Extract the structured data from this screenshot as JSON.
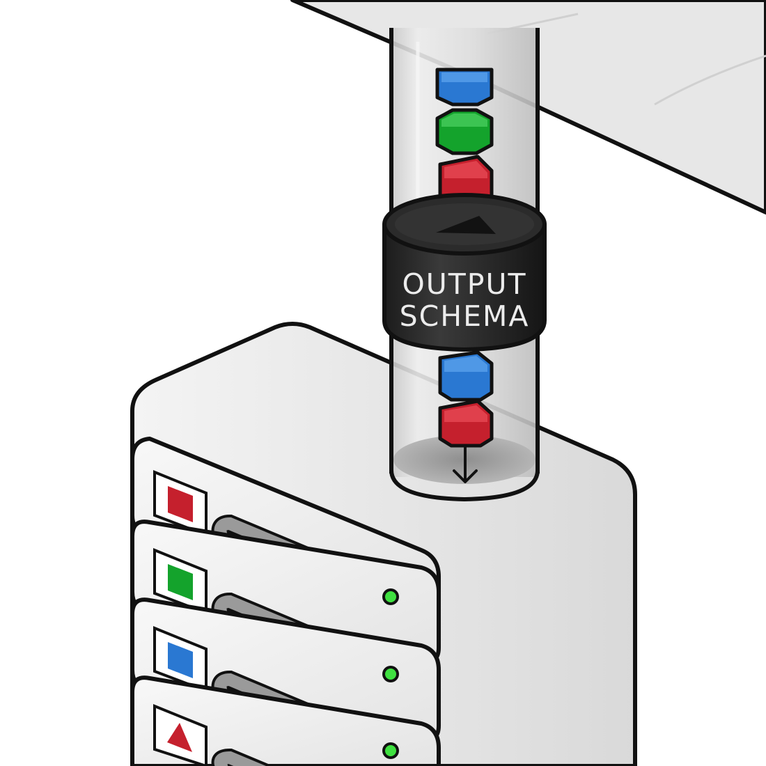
{
  "ring": {
    "label_line1": "OUTPUT",
    "label_line2": "SCHEMA"
  },
  "colors": {
    "red": "#c5202d",
    "green": "#14a32c",
    "blue": "#2a78d2",
    "indicator": "#3fe040"
  },
  "tube_tokens_above": [
    "blue",
    "green",
    "red"
  ],
  "tube_tokens_below": [
    "blue",
    "red"
  ],
  "server_slots": [
    {
      "symbol": "square",
      "color": "red",
      "led": false
    },
    {
      "symbol": "square",
      "color": "green",
      "led": true
    },
    {
      "symbol": "square",
      "color": "blue",
      "led": true
    },
    {
      "symbol": "triangle",
      "color": "red",
      "led": true
    }
  ]
}
